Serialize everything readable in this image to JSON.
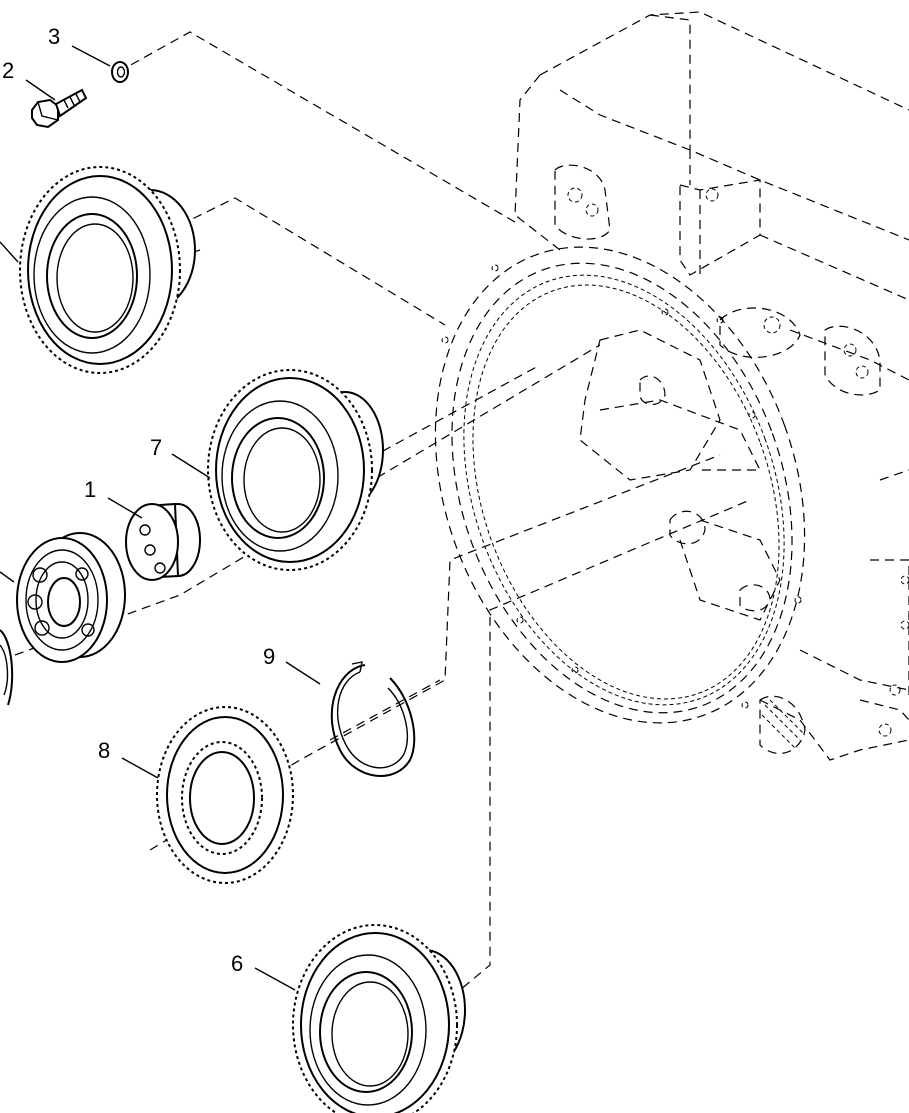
{
  "callouts": [
    {
      "id": "1",
      "label": "1"
    },
    {
      "id": "2",
      "label": "2"
    },
    {
      "id": "3",
      "label": "3"
    },
    {
      "id": "6",
      "label": "6"
    },
    {
      "id": "7",
      "label": "7"
    },
    {
      "id": "8",
      "label": "8"
    },
    {
      "id": "9",
      "label": "9"
    }
  ],
  "colors": {
    "line": "#000000",
    "background": "#ffffff"
  }
}
